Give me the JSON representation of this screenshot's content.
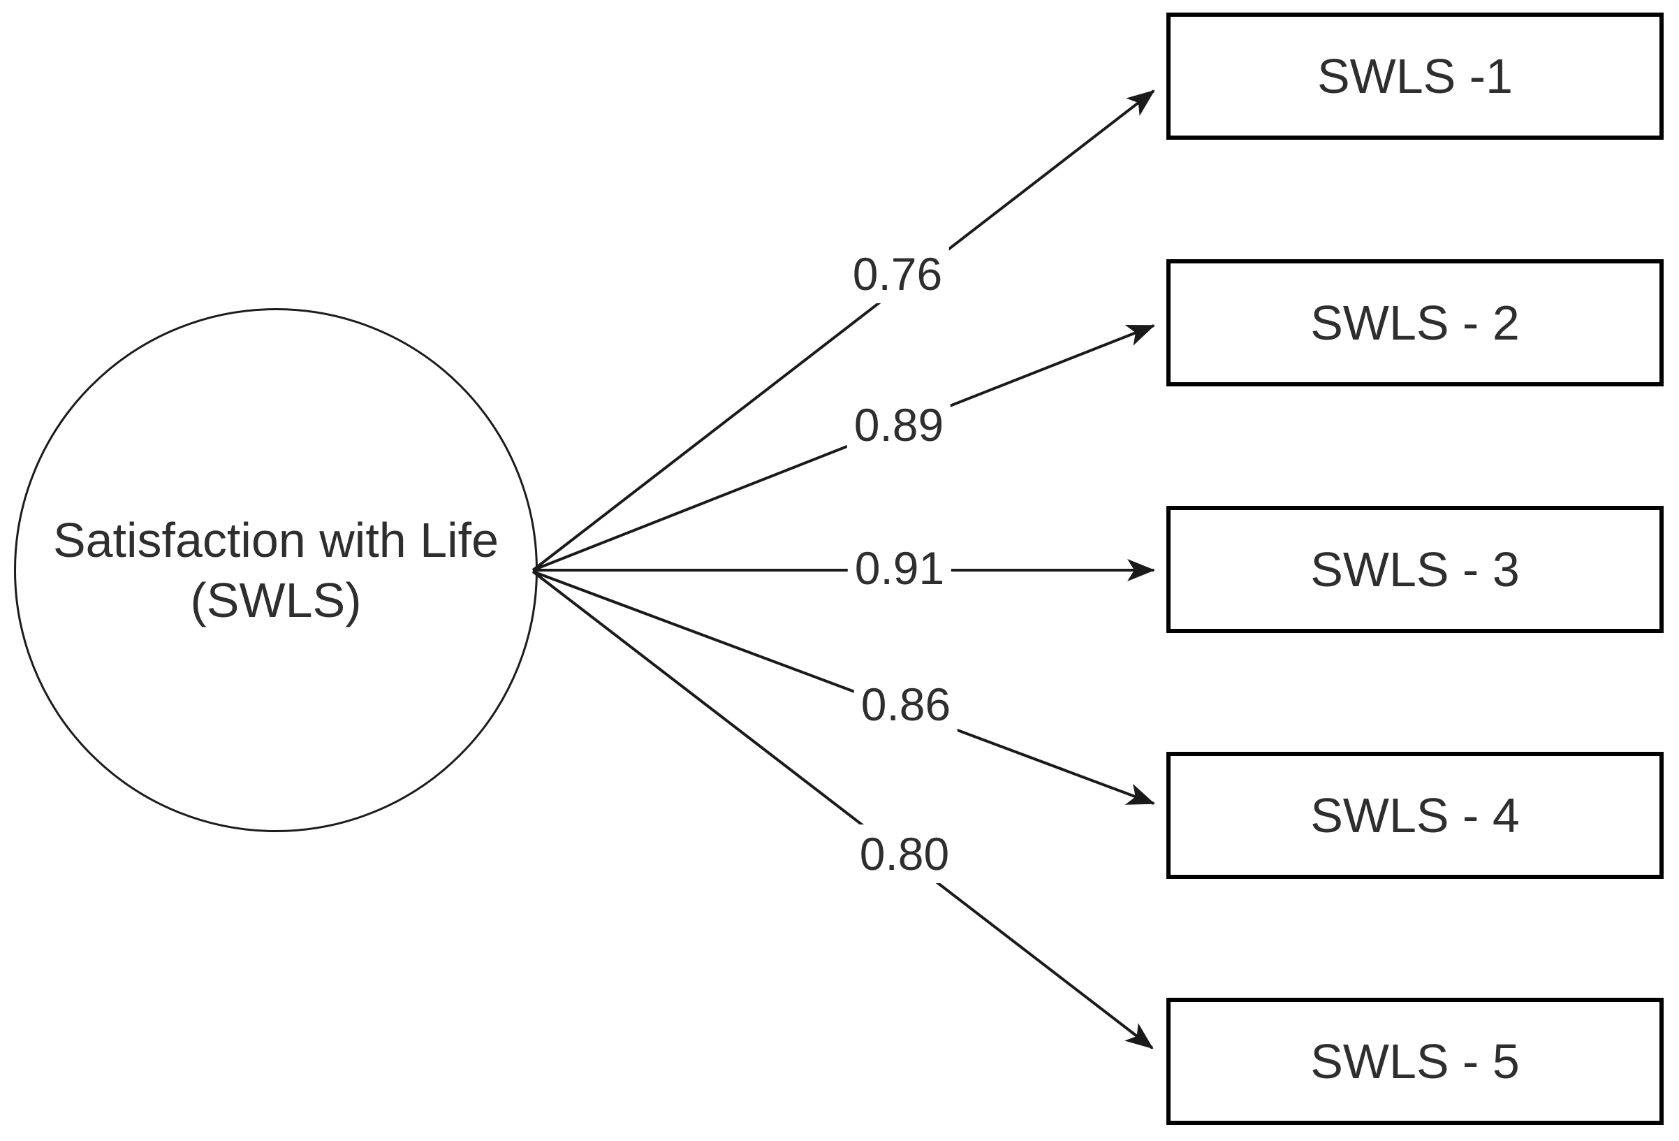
{
  "diagram": {
    "type": "factor-loading-path-diagram",
    "latent": {
      "name": "Satisfaction with Life (SWLS)",
      "shape": "circle",
      "label_line1": "Satisfaction with Life",
      "label_line2": "(SWLS)"
    },
    "indicators": [
      {
        "label": "SWLS -1",
        "loading": "0.76"
      },
      {
        "label": "SWLS - 2",
        "loading": "0.89"
      },
      {
        "label": "SWLS - 3",
        "loading": "0.91"
      },
      {
        "label": "SWLS - 4",
        "loading": "0.86"
      },
      {
        "label": "SWLS - 5",
        "loading": "0.80"
      }
    ],
    "colors": {
      "background": "#ffffff",
      "line": "#1a1a1a",
      "box_border": "#000000",
      "text": "#2e2e2e"
    }
  }
}
